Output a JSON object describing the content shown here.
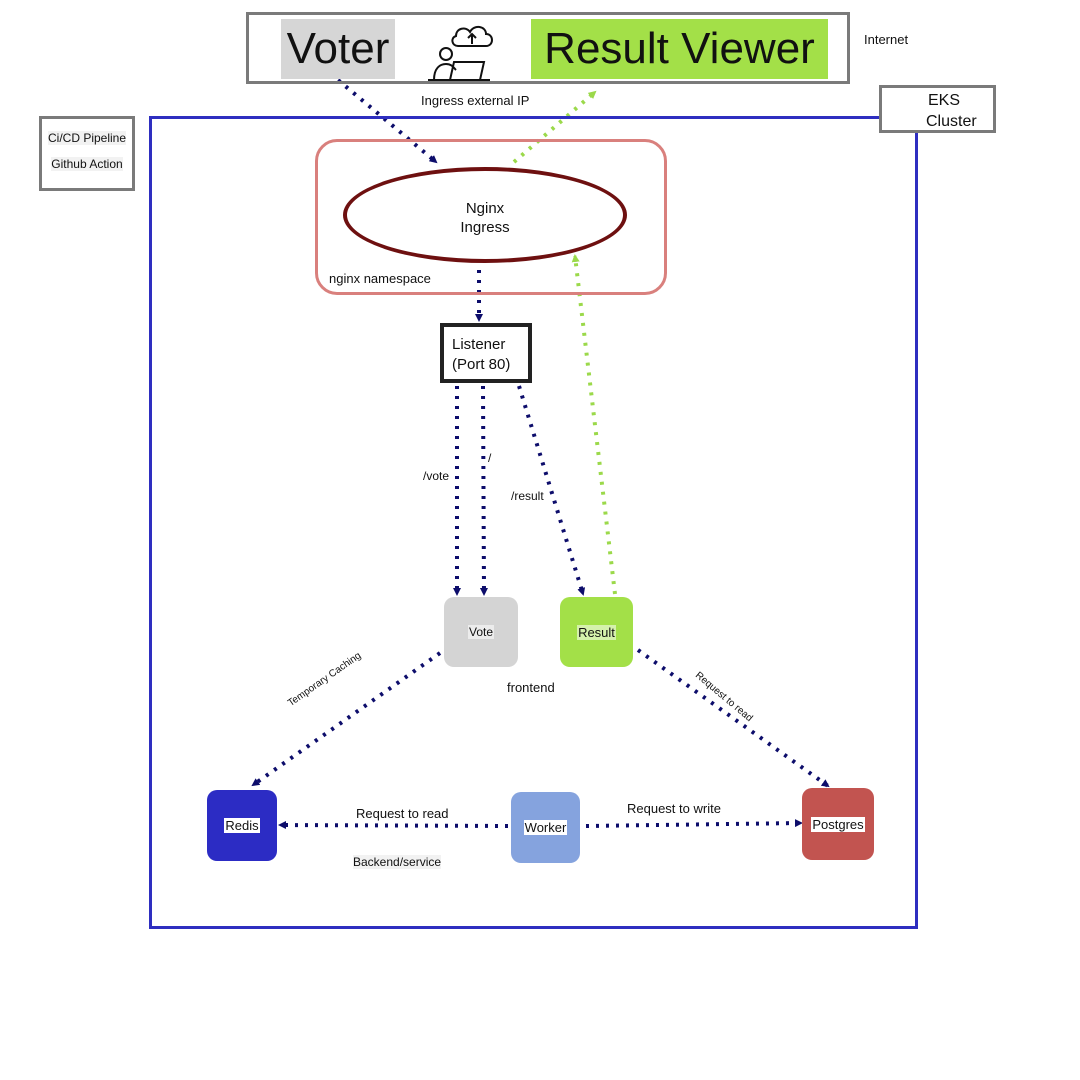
{
  "external": {
    "voter": "Voter",
    "result_viewer": "Result Viewer",
    "internet": "Internet",
    "ingress_ip": "Ingress external IP",
    "user_icon": "cloud-upload-laptop-user-icon"
  },
  "cicd": {
    "line1": "Ci/CD Pipeline",
    "line2": "Github Action"
  },
  "eks": {
    "line1": "EKS",
    "line2": "Cluster"
  },
  "nginx": {
    "line1": "Nginx",
    "line2": "Ingress",
    "namespace": "nginx namespace"
  },
  "listener": {
    "line1": "Listener",
    "line2": "(Port 80)"
  },
  "routes": {
    "vote": "/vote",
    "root": "/",
    "result": "/result"
  },
  "nodes": {
    "vote": "Vote",
    "result": "Result",
    "redis": "Redis",
    "worker": "Worker",
    "postgres": "Postgres"
  },
  "edges": {
    "temp_caching": "Temporary Caching",
    "result_to_postgres": "Request to read",
    "worker_to_redis": "Request to read",
    "worker_to_postgres": "Request to write"
  },
  "groups": {
    "frontend": "frontend",
    "backend": "Backend/service"
  },
  "colors": {
    "request_flow": "#0d0d6b",
    "response_flow": "#9bd94a",
    "cluster_border": "#2e2ec0",
    "namespace_border": "#d9807d",
    "ingress_border": "#6e1010"
  }
}
